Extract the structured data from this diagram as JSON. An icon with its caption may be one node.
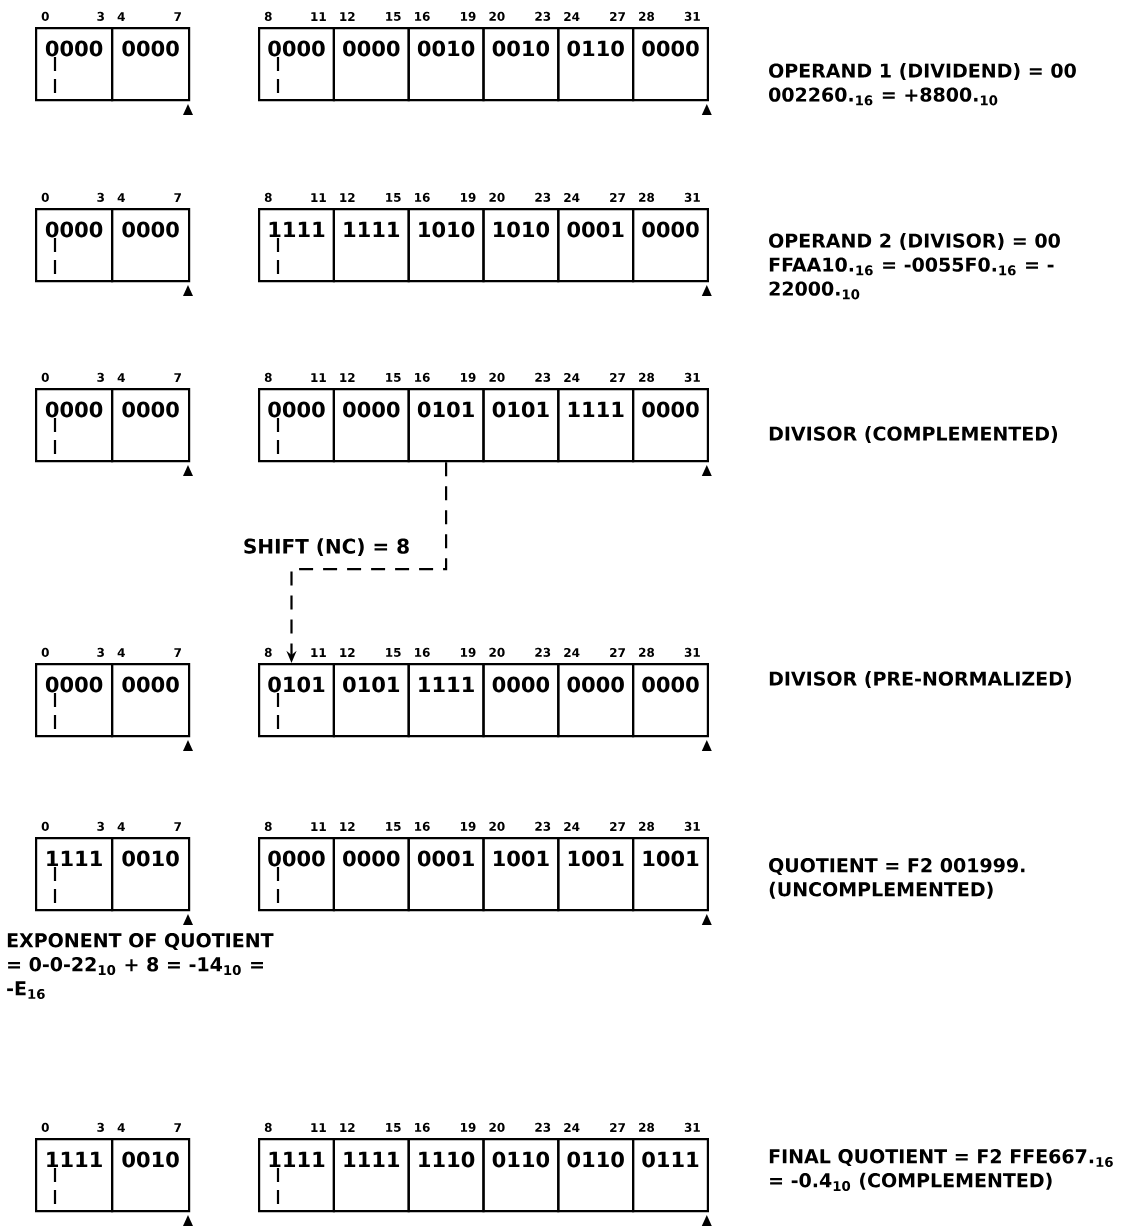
{
  "diagram": {
    "nodes": [
      {
        "text": [
          "0000"
        ]
      },
      {
        "text": [
          "0000"
        ]
      },
      {
        "text": [
          "0000"
        ]
      },
      {
        "text": [
          "0000"
        ]
      },
      {
        "text": [
          "0010"
        ]
      },
      {
        "text": [
          "0010"
        ]
      },
      {
        "text": [
          "0110"
        ]
      },
      {
        "text": [
          "0000"
        ]
      },
      {
        "text": [
          "0000"
        ]
      },
      {
        "text": [
          "0000"
        ]
      },
      {
        "text": [
          "1111"
        ]
      },
      {
        "text": [
          "1111"
        ]
      },
      {
        "text": [
          "1010"
        ]
      },
      {
        "text": [
          "1010"
        ]
      },
      {
        "text": [
          "0001"
        ]
      },
      {
        "text": [
          "0000"
        ]
      },
      {
        "text": [
          "0000"
        ]
      },
      {
        "text": [
          "0000"
        ]
      },
      {
        "text": [
          "0000"
        ]
      },
      {
        "text": [
          "0000"
        ]
      },
      {
        "text": [
          "0101"
        ]
      },
      {
        "text": [
          "0101"
        ]
      },
      {
        "text": [
          "1111"
        ]
      },
      {
        "text": [
          "0000"
        ]
      },
      {
        "text": [
          "0000"
        ]
      },
      {
        "text": [
          "0000"
        ]
      },
      {
        "text": [
          "0101"
        ]
      },
      {
        "text": [
          "0101"
        ]
      },
      {
        "text": [
          "1111"
        ]
      },
      {
        "text": [
          "0000"
        ]
      },
      {
        "text": [
          "0000"
        ]
      },
      {
        "text": [
          "0000"
        ]
      },
      {
        "text": [
          "1111"
        ]
      },
      {
        "text": [
          "0010"
        ]
      },
      {
        "text": [
          "0000"
        ]
      },
      {
        "text": [
          "0000"
        ]
      },
      {
        "text": [
          "0001"
        ]
      },
      {
        "text": [
          "1001"
        ]
      },
      {
        "text": [
          "1001"
        ]
      },
      {
        "text": [
          "1001"
        ]
      },
      {
        "text": [
          "1111"
        ]
      },
      {
        "text": [
          "0010"
        ]
      },
      {
        "text": [
          "1111"
        ]
      },
      {
        "text": [
          "1111"
        ]
      },
      {
        "text": [
          "1110"
        ]
      },
      {
        "text": [
          "0110"
        ]
      },
      {
        "text": [
          "0110"
        ]
      },
      {
        "text": [
          "0111"
        ]
      }
    ],
    "edges": [
      {
        "from": 20,
        "to": 26,
        "arrow": "to",
        "style": "dashed",
        "label": "SHIFT (NC) = 8"
      }
    ],
    "labels": [
      "0",
      "3",
      "4",
      "7",
      "8",
      "11",
      "12",
      "15",
      "16",
      "19",
      "20",
      "23",
      "24",
      "27",
      "28",
      "31",
      "OPERAND 1 (DIVIDEND) = 00 002260.$_{16}$ = +8800.$_{10}$",
      "0",
      "3",
      "4",
      "7",
      "8",
      "11",
      "12",
      "15",
      "16",
      "19",
      "20",
      "23",
      "24",
      "27",
      "28",
      "31",
      "OPERAND 2 (DIVISOR) = 00 FFAA10.$_{16}$ = -0055F0.$_{16}$ = -22000.$_{10}$",
      "0",
      "3",
      "4",
      "7",
      "8",
      "11",
      "12",
      "15",
      "16",
      "19",
      "20",
      "23",
      "24",
      "27",
      "28",
      "31",
      "DIVISOR (COMPLEMENTED)",
      "0",
      "3",
      "4",
      "7",
      "8",
      "11",
      "12",
      "15",
      "16",
      "19",
      "20",
      "23",
      "24",
      "27",
      "28",
      "31",
      "DIVISOR (PRE-NORMALIZED)",
      "0",
      "3",
      "4",
      "7",
      "8",
      "11",
      "12",
      "15",
      "16",
      "19",
      "20",
      "23",
      "24",
      "27",
      "28",
      "31",
      "QUOTIENT = F2 001999. (UNCOMPLEMENTED)",
      "EXPONENT OF QUOTIENT = 0-0-22$_{10}$ + 8 = -14$_{10}$ = -E$_{16}$",
      "0",
      "3",
      "4",
      "7",
      "8",
      "11",
      "12",
      "15",
      "16",
      "19",
      "20",
      "23",
      "24",
      "27",
      "28",
      "31",
      "FINAL QUOTIENT = F2 FFE667.$_{16}$ = -0.4$_{10}$ (COMPLEMENTED)"
    ]
  }
}
